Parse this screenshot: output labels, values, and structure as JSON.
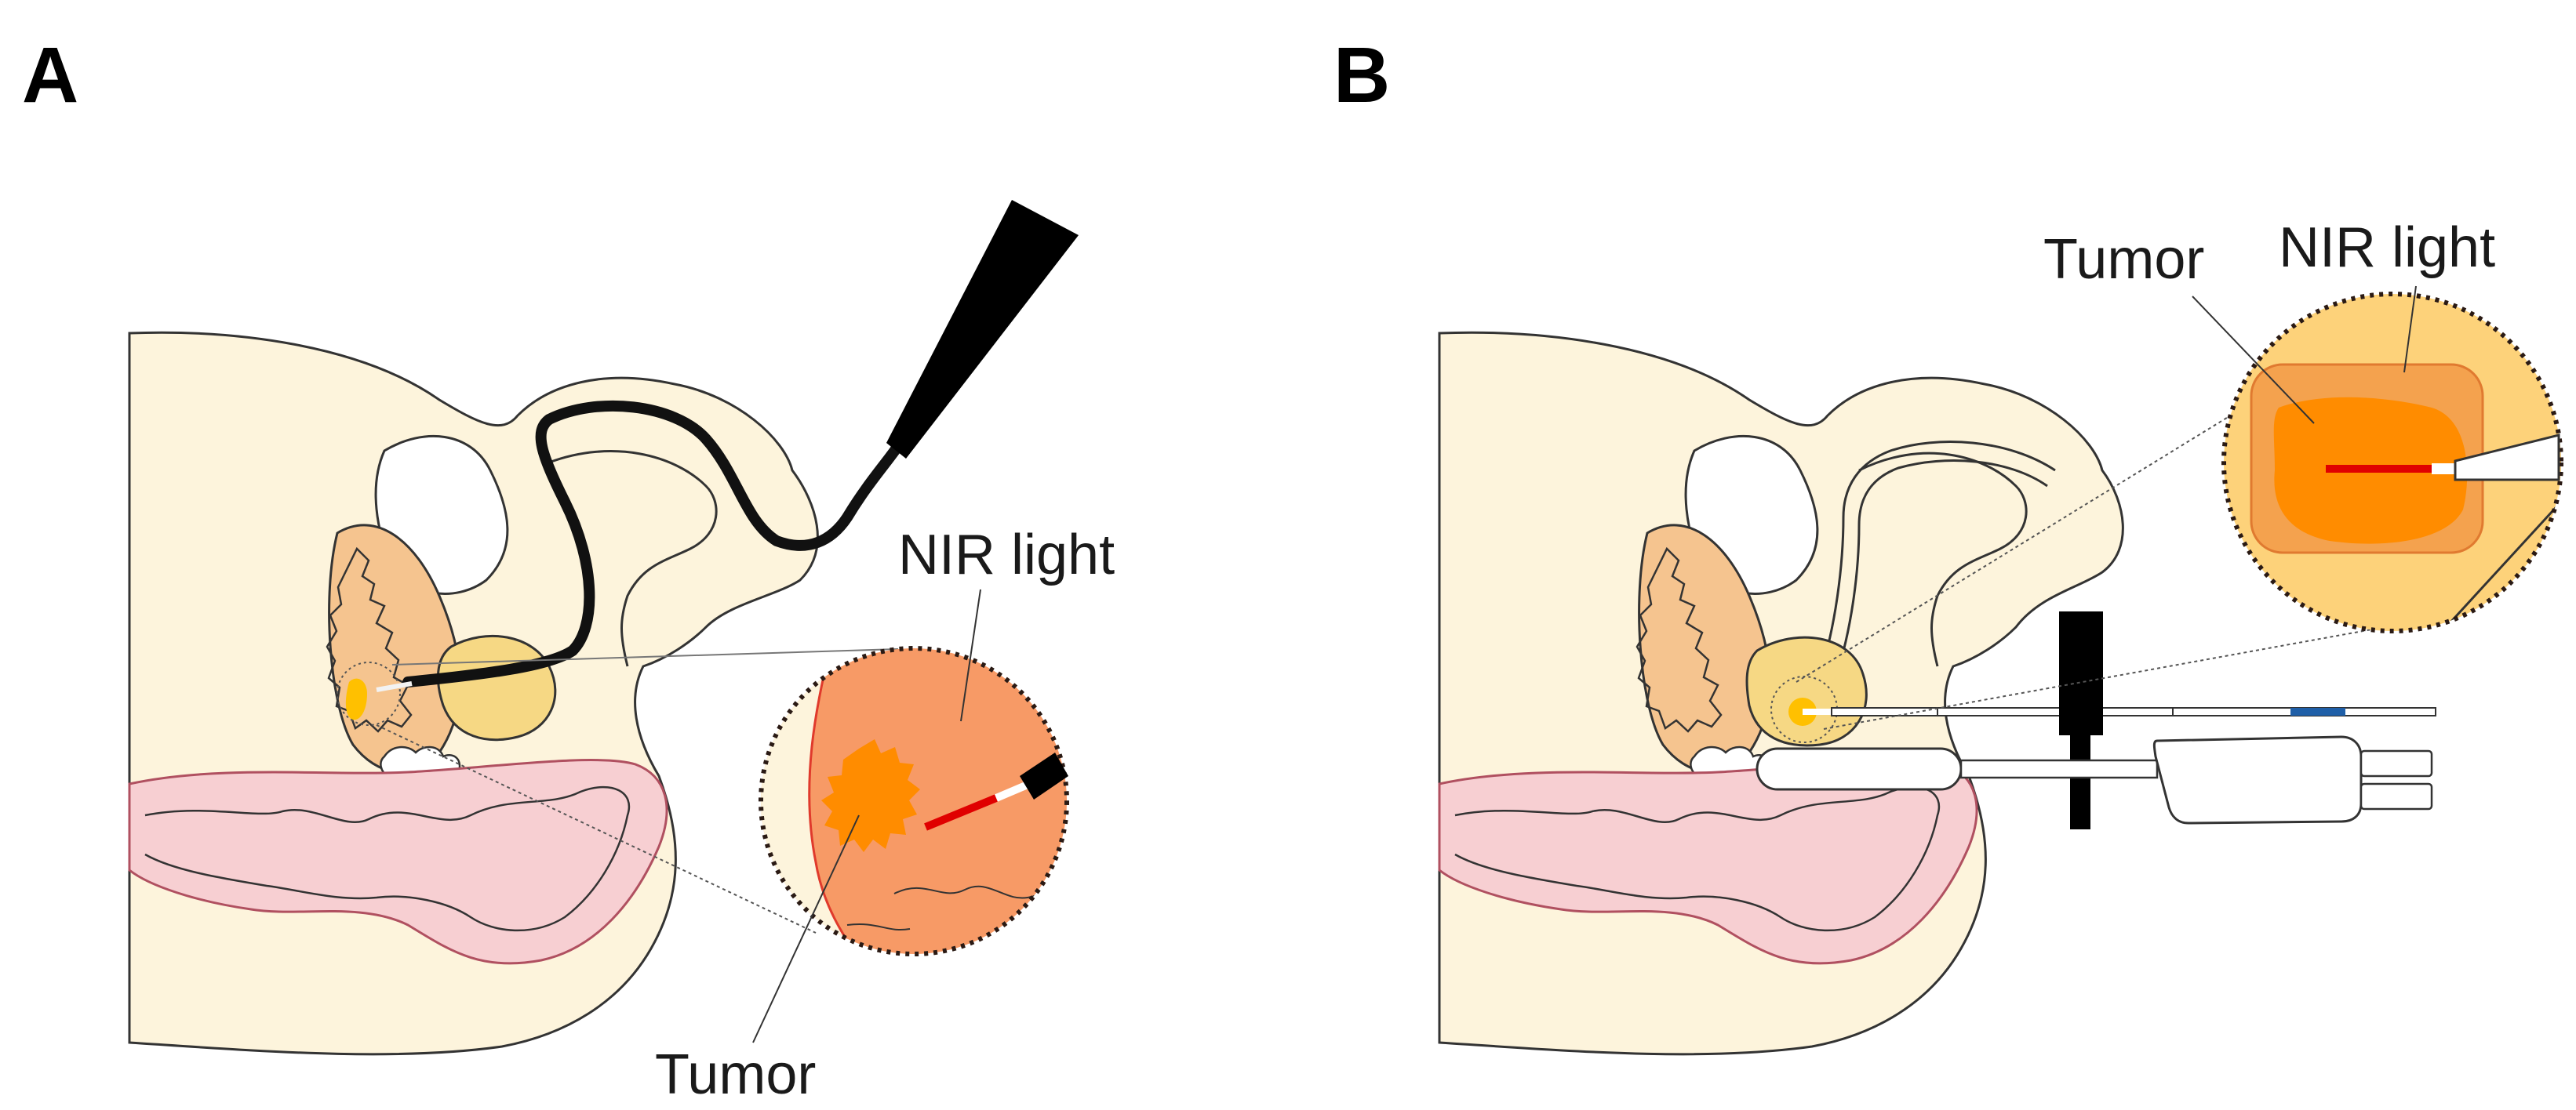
{
  "panels": [
    {
      "letter": "A",
      "labels": {
        "light": "NIR light",
        "tumor": "Tumor"
      }
    },
    {
      "letter": "B",
      "labels": {
        "tumor": "Tumor",
        "light": "NIR light"
      }
    }
  ],
  "colors": {
    "tissue": "#fdf4dc",
    "rectum": "#f7cfd2",
    "rectum_stroke": "#b05060",
    "prostate": "#f5c48f",
    "gland": "#f6d884",
    "tumor": "#ff8c00",
    "nir_field_a": "#f79a66",
    "nir_field_b": "#fdd27a",
    "fiber": "#111111",
    "laser": "#e00000",
    "blue_tip": "#1f5fa8"
  },
  "icons": [
    "magnifier-circle",
    "optical-fiber",
    "needle-guide",
    "ultrasound-probe"
  ]
}
